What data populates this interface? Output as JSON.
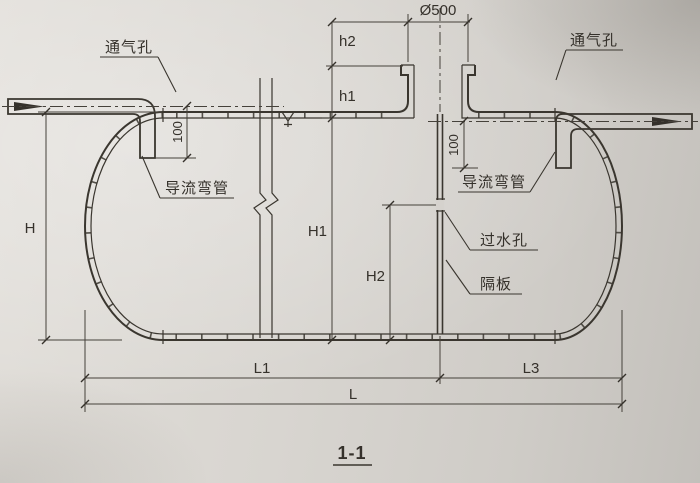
{
  "drawing": {
    "section_title": "1-1",
    "labels": {
      "vent_left": "通气孔",
      "vent_right": "通气孔",
      "guide_elbow_left": "导流弯管",
      "guide_elbow_right": "导流弯管",
      "water_hole": "过水孔",
      "partition": "隔板"
    },
    "dimensions": {
      "diameter_top": "Ø500",
      "h2": "h2",
      "h1": "h1",
      "H1": "H1",
      "H2": "H2",
      "H": "H",
      "depth_left": "100",
      "depth_right": "100",
      "L1": "L1",
      "L3": "L3",
      "L": "L"
    },
    "colors": {
      "paper": "#d8d5d0",
      "ink": "#3a362f"
    }
  }
}
